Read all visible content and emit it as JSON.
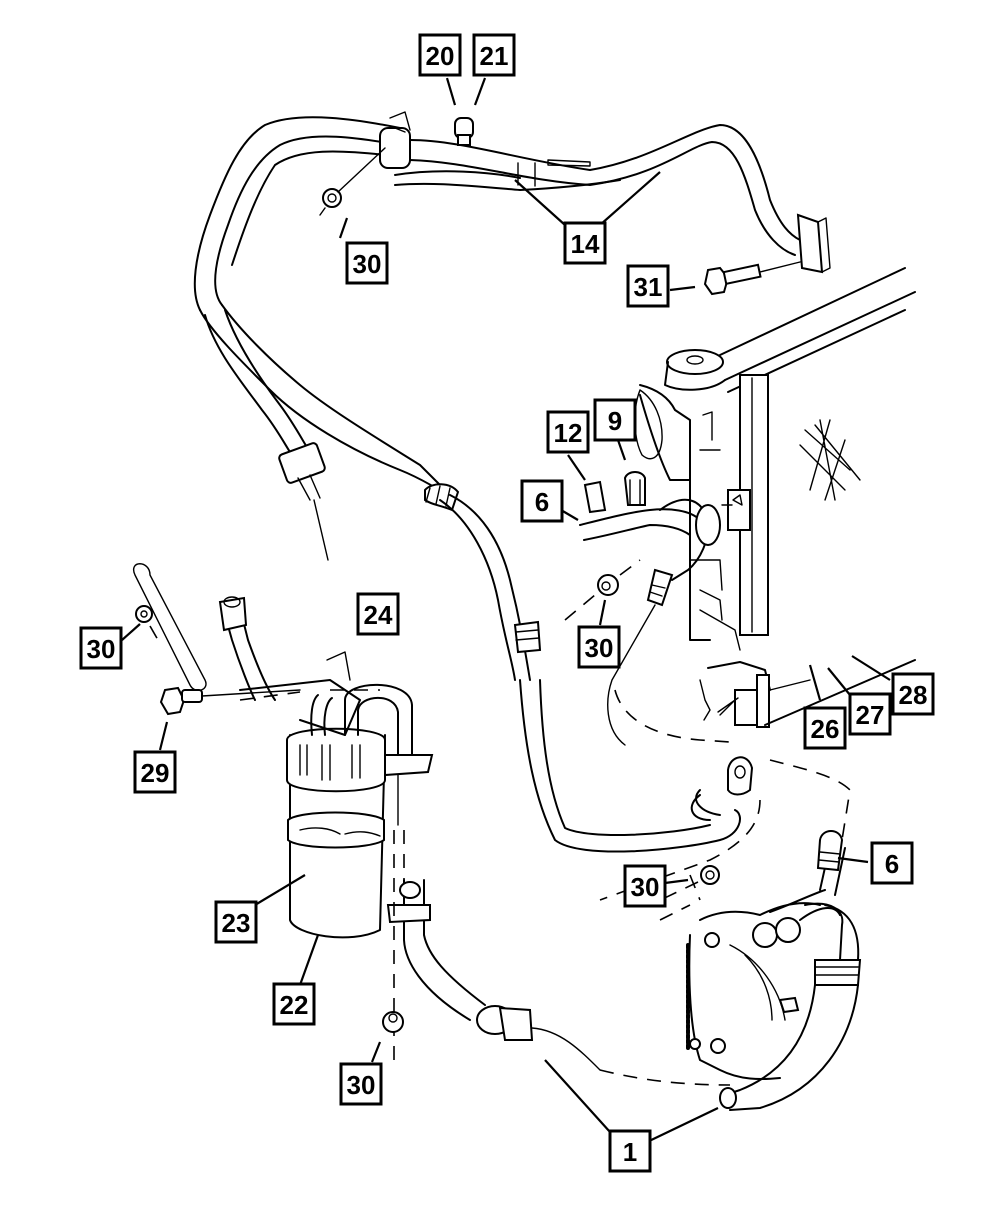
{
  "diagram": {
    "title": "A/C refrigerant lines, receiver/drier and condenser exploded parts diagram",
    "callouts": [
      {
        "id": "c20",
        "label": "20",
        "part": "cap"
      },
      {
        "id": "c21",
        "label": "21",
        "part": "cap"
      },
      {
        "id": "c14",
        "label": "14",
        "part": "suction/discharge line assembly"
      },
      {
        "id": "c30a",
        "label": "30",
        "part": "nut"
      },
      {
        "id": "c31",
        "label": "31",
        "part": "bolt"
      },
      {
        "id": "c12",
        "label": "12",
        "part": "cap"
      },
      {
        "id": "c9",
        "label": "9",
        "part": "pressure switch"
      },
      {
        "id": "c6a",
        "label": "6",
        "part": "liquid line"
      },
      {
        "id": "c30b",
        "label": "30",
        "part": "nut"
      },
      {
        "id": "c24",
        "label": "24",
        "part": "bracket"
      },
      {
        "id": "c30c",
        "label": "30",
        "part": "nut"
      },
      {
        "id": "c29",
        "label": "29",
        "part": "bolt"
      },
      {
        "id": "c26",
        "label": "26",
        "part": "condenser component"
      },
      {
        "id": "c27",
        "label": "27",
        "part": "condenser component"
      },
      {
        "id": "c28",
        "label": "28",
        "part": "condenser component"
      },
      {
        "id": "c6b",
        "label": "6",
        "part": "liquid line"
      },
      {
        "id": "c30d",
        "label": "30",
        "part": "nut"
      },
      {
        "id": "c23",
        "label": "23",
        "part": "receiver/drier band"
      },
      {
        "id": "c22",
        "label": "22",
        "part": "receiver/drier"
      },
      {
        "id": "c30e",
        "label": "30",
        "part": "nut"
      },
      {
        "id": "c1",
        "label": "1",
        "part": "discharge line"
      }
    ]
  }
}
